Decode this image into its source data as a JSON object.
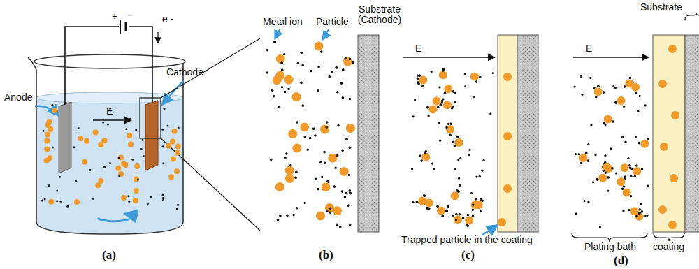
{
  "diagram": {
    "labels": [
      "+",
      "-",
      "e -",
      "Anode",
      "Cathode",
      "E",
      "(a)",
      "Metal ion",
      "Particle",
      "Substrate (Cathode)",
      "(b)",
      "E",
      "Trapped particle in the coating",
      "(c)",
      "E",
      "Substrate",
      "Plating bath",
      "coating",
      "(d)"
    ]
  }
}
